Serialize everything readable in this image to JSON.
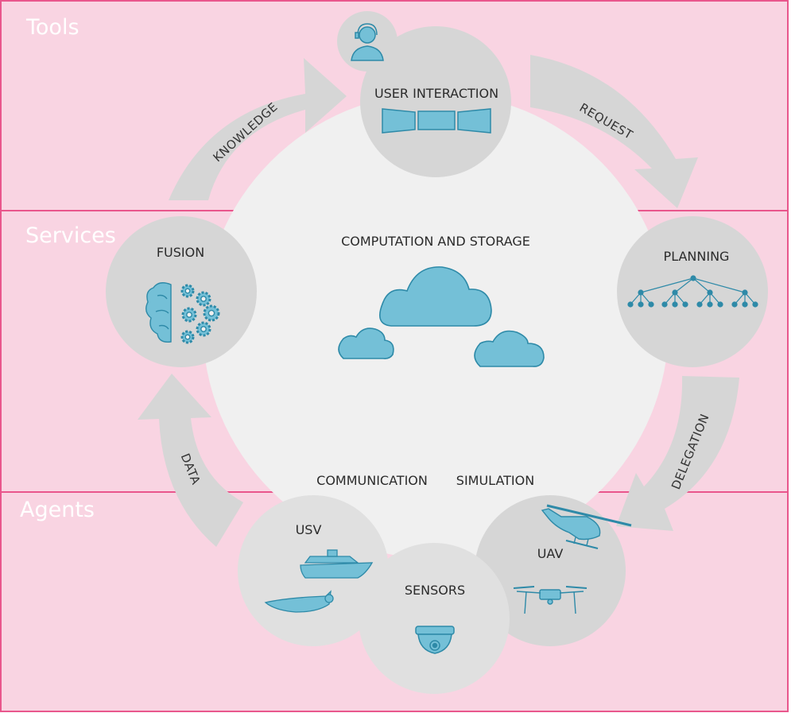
{
  "colors": {
    "band_fill": "#f9d4e2",
    "band_border": "#e9568c",
    "center_fill": "#f0f0f0",
    "node_fill": "#d6d6d6",
    "arrow_fill": "#d6d6d6",
    "icon_fill": "#74c0d7",
    "icon_stroke": "#2e8aa8"
  },
  "bands": {
    "tools": "Tools",
    "services": "Services",
    "agents": "Agents"
  },
  "center": {
    "title": "COMPUTATION AND STORAGE",
    "communication": "COMMUNICATION",
    "simulation": "SIMULATION"
  },
  "nodes": {
    "user_interaction": "USER INTERACTION",
    "planning": "PLANNING",
    "fusion": "FUSION",
    "usv": "USV",
    "sensors": "SENSORS",
    "uav": "UAV"
  },
  "arrows": {
    "knowledge": "KNOWLEDGE",
    "request": "REQUEST",
    "delegation": "DELEGATION",
    "data": "DATA"
  },
  "icons": {
    "user": "operator-headset-icon",
    "screens": "monitor-screens-icon",
    "tree": "hierarchy-tree-icon",
    "brain": "brain-gears-icon",
    "clouds": "cloud-icon",
    "boats": "boat-icon",
    "camera": "dome-camera-icon",
    "helicopter": "helicopter-icon",
    "drone": "quadcopter-drone-icon"
  }
}
